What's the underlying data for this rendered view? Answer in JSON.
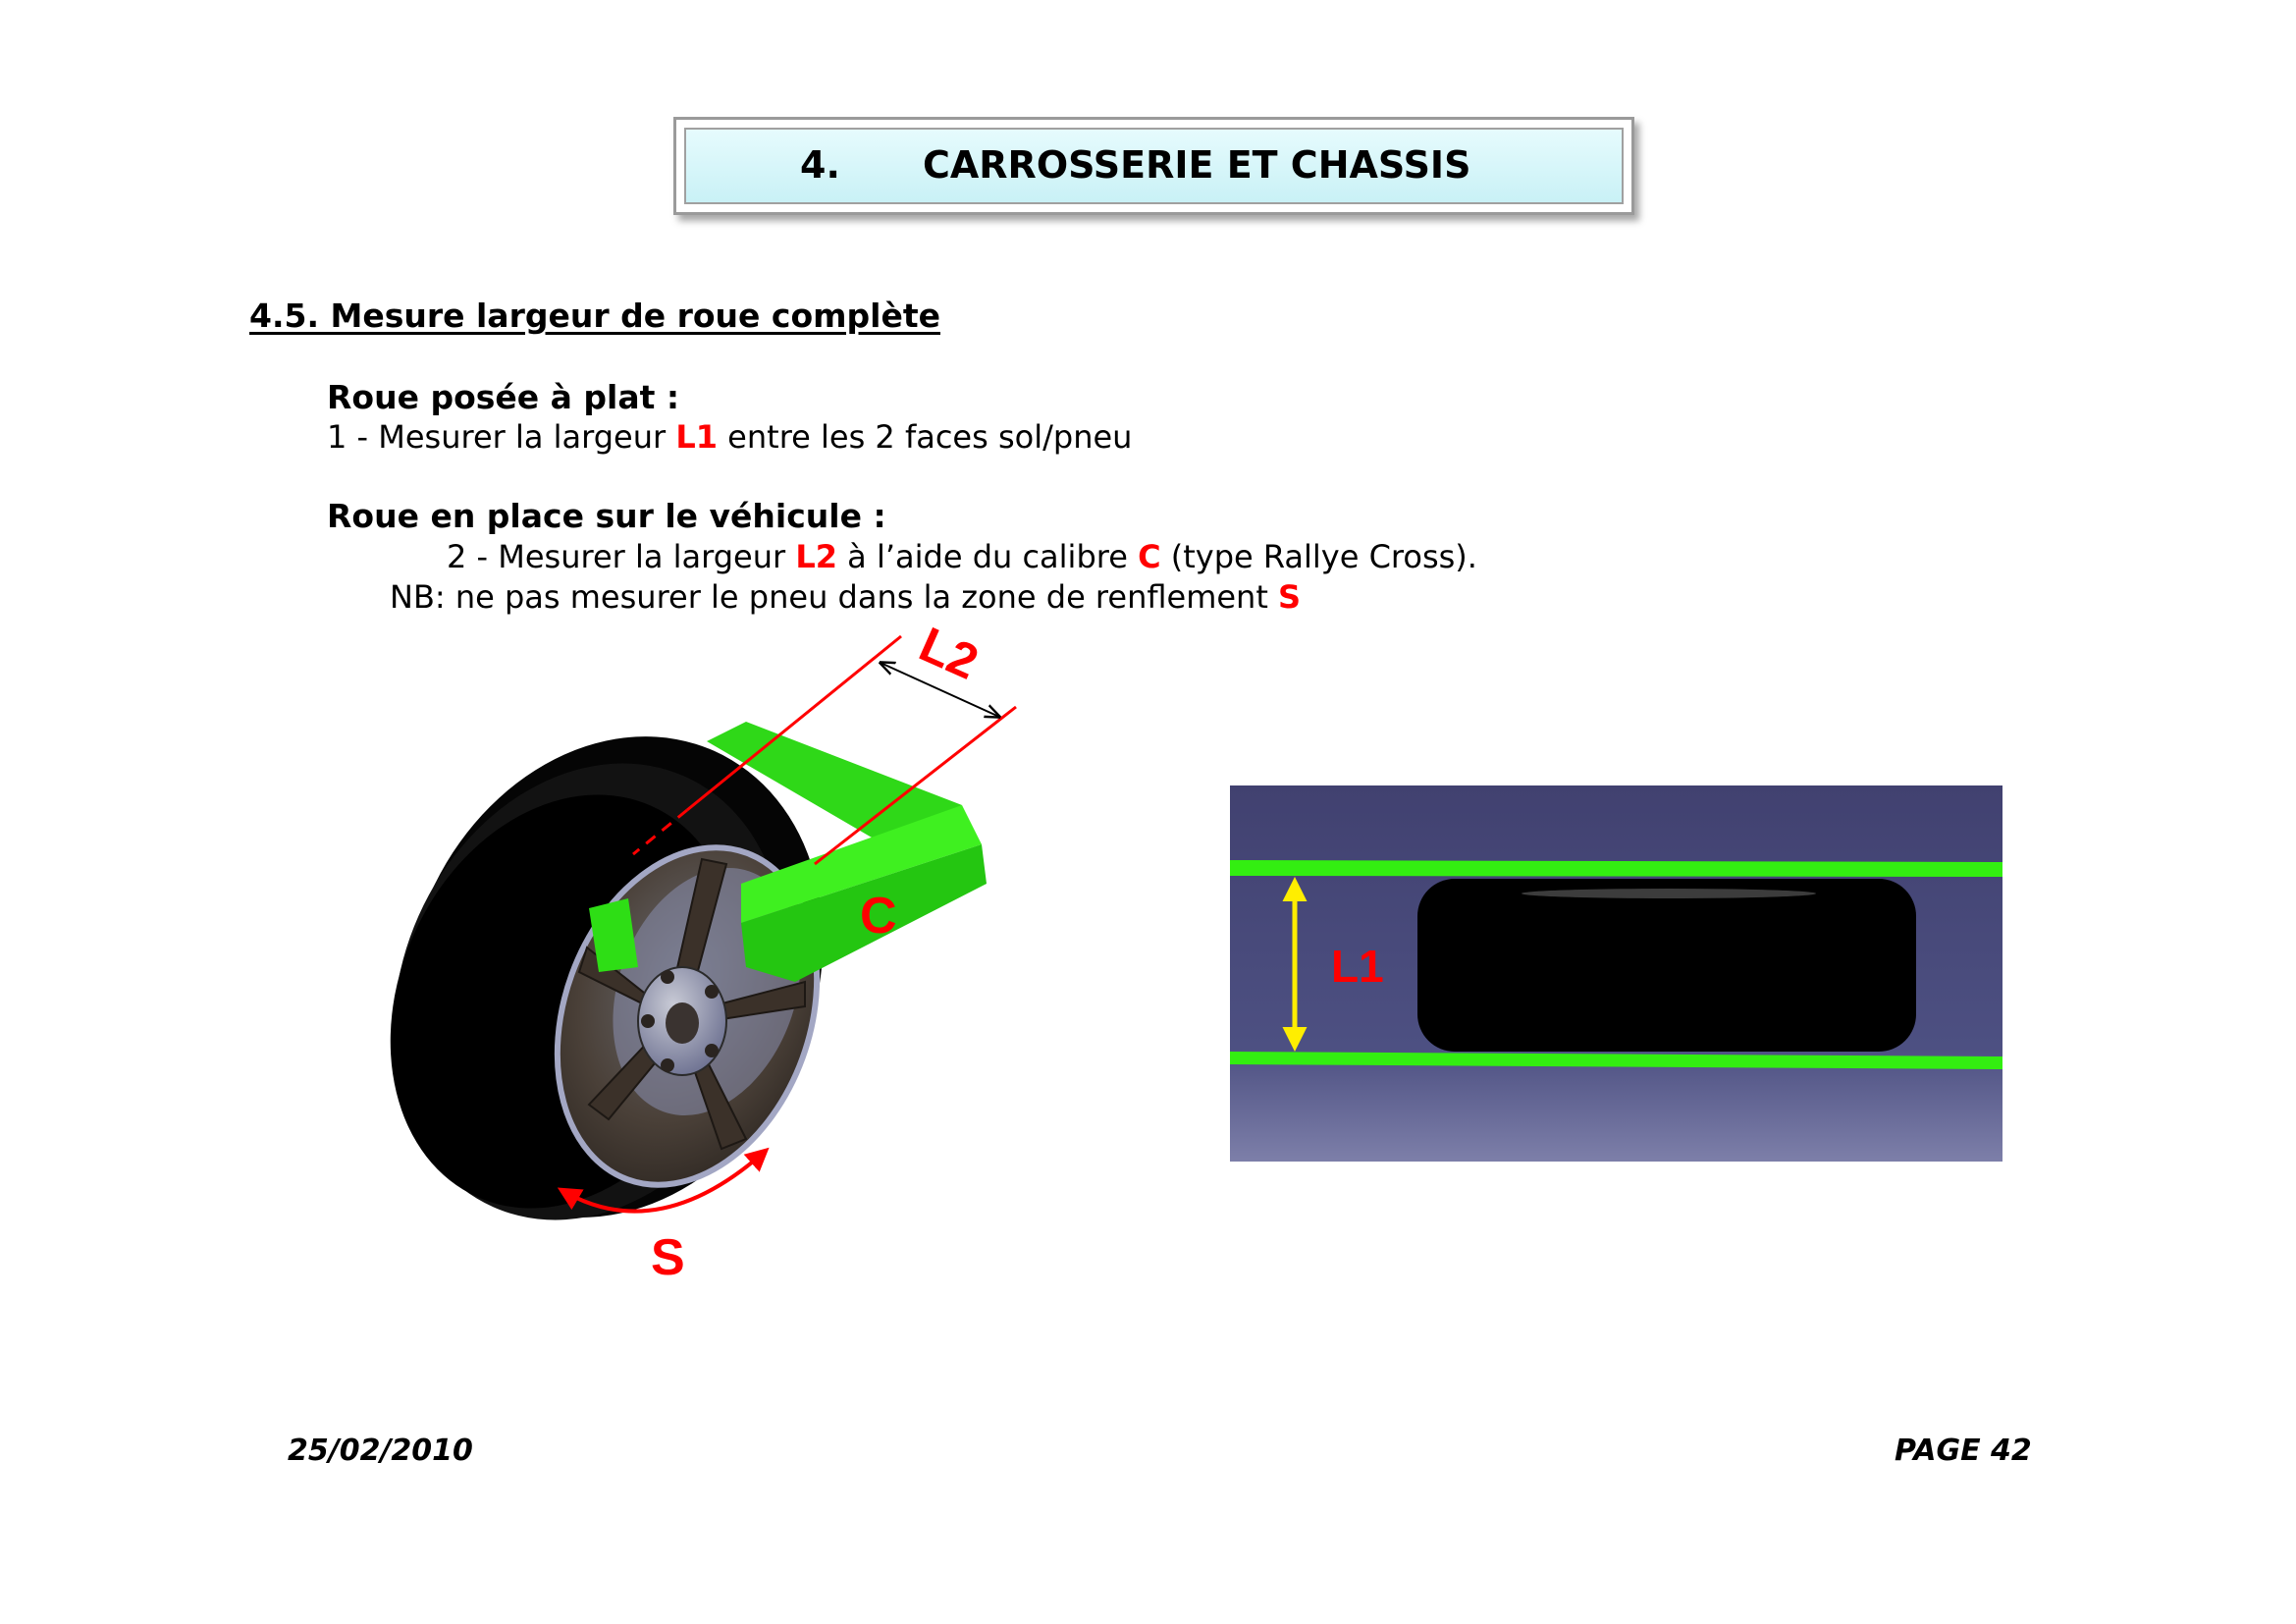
{
  "header": {
    "number": "4.",
    "title": "CARROSSERIE ET CHASSIS"
  },
  "section_title": "4.5. Mesure largeur de roue complète",
  "flat": {
    "heading": "Roue posée à plat  :",
    "step_prefix": "1 - Mesurer la largeur ",
    "step_code": "L1",
    "step_suffix": " entre les 2 faces sol/pneu"
  },
  "vehicle": {
    "heading": "Roue en place sur le véhicule :",
    "step_prefix": "2 - Mesurer la largeur ",
    "step_code": "L2",
    "step_mid": " à l’aide du calibre ",
    "step_code2": "C",
    "step_suffix": " (type Rallye Cross).",
    "nb_prefix": "NB: ne pas mesurer le pneu dans la zone de renflement ",
    "nb_code": "S"
  },
  "figure_labels": {
    "l2": "L2",
    "c": "C",
    "s": "S",
    "l1": "L1"
  },
  "colors": {
    "accent_red": "#ff0000",
    "gauge_green": "#33ee11",
    "arrow_yellow": "#ffee00",
    "panel_blue": "#414170"
  },
  "footer": {
    "date": "25/02/2010",
    "page": "PAGE 42"
  }
}
